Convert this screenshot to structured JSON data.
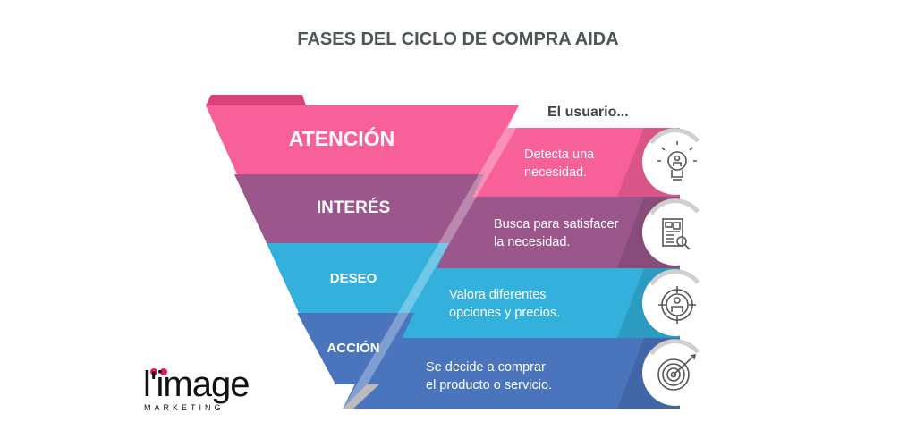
{
  "title": "FASES DEL CICLO DE COMPRA AIDA",
  "subtitle": "El usuario...",
  "stages": [
    {
      "label": "ATENCIÓN",
      "desc_line1": "Detecta una",
      "desc_line2": "necesidad.",
      "icon": "lightbulb-person-icon",
      "color": "#f8609a"
    },
    {
      "label": "INTERÉS",
      "desc_line1": "Busca para satisfacer",
      "desc_line2": "la necesidad.",
      "icon": "document-search-icon",
      "color": "#9b578b"
    },
    {
      "label": "DESEO",
      "desc_line1": "Valora diferentes",
      "desc_line2": "opciones y precios.",
      "icon": "target-person-icon",
      "color": "#33b1dc"
    },
    {
      "label": "ACCIÓN",
      "desc_line1": "Se decide a comprar",
      "desc_line2": "el producto o servicio.",
      "icon": "dartboard-icon",
      "color": "#4a75bd"
    }
  ],
  "logo": {
    "word": "l'image",
    "sub": "MARKETING",
    "accent": "#e5195f"
  }
}
